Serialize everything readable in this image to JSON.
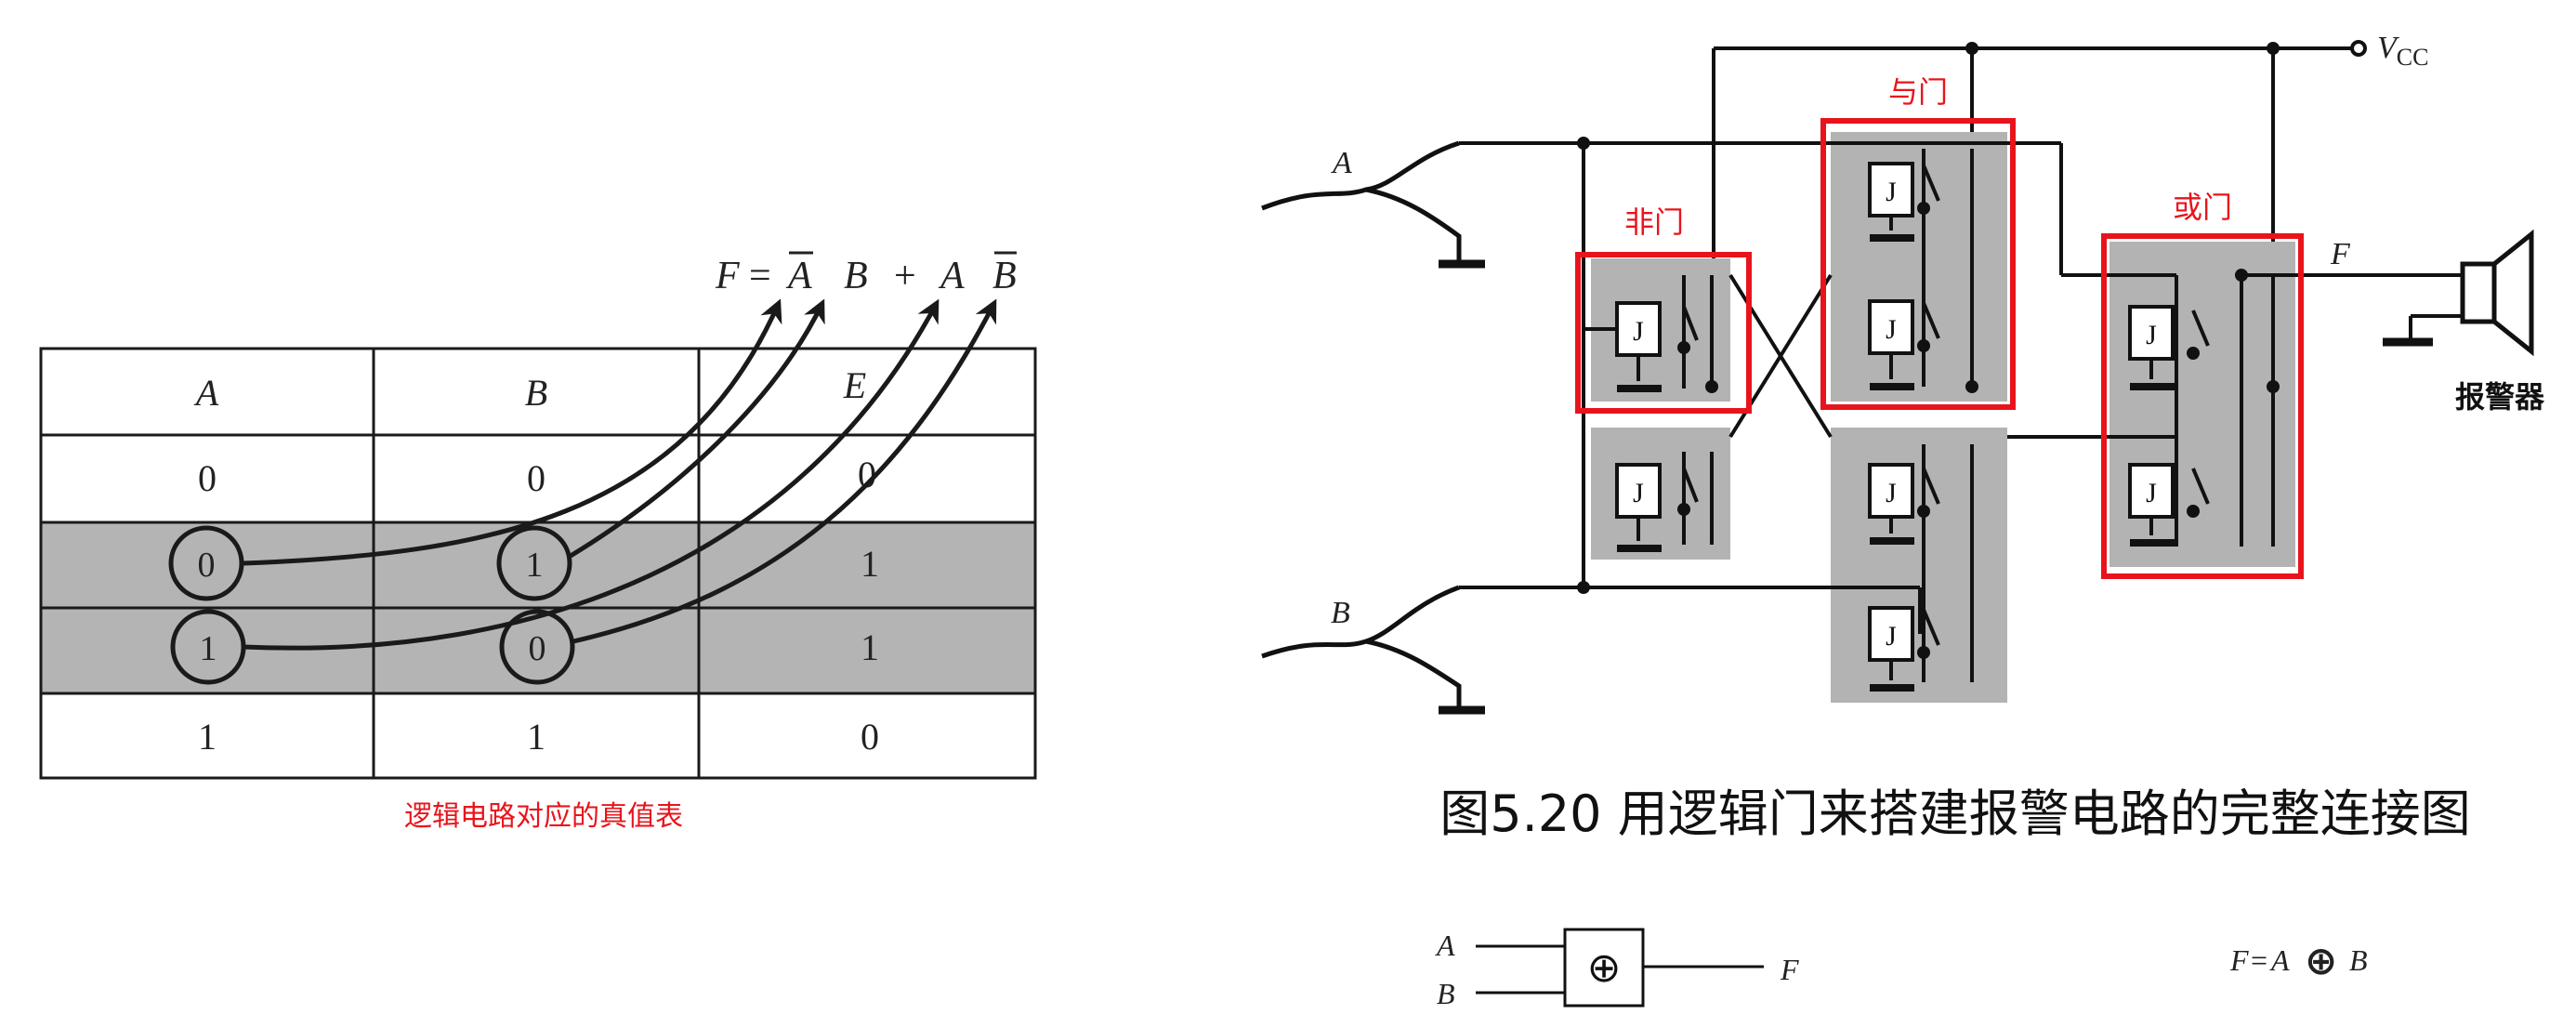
{
  "truth_table": {
    "formula": {
      "lhs": "F",
      "eq": "=",
      "a1": "A",
      "b1": "B",
      "plus": "+",
      "a2": "A",
      "b2": "B"
    },
    "headers": [
      "A",
      "B",
      "E"
    ],
    "rows": [
      [
        "0",
        "0",
        "0"
      ],
      [
        "0",
        "1",
        "1"
      ],
      [
        "1",
        "0",
        "1"
      ],
      [
        "1",
        "1",
        "0"
      ]
    ],
    "highlight_color": "#b4b4b4",
    "caption": "逻辑电路对应的真值表"
  },
  "circuit": {
    "labels": {
      "input_a": "A",
      "input_b": "B",
      "vcc_v": "V",
      "vcc_sub": "CC",
      "output_f": "F",
      "relay": "J"
    },
    "gates": {
      "not_gate": "非门",
      "and_gate": "与门",
      "or_gate": "或门"
    },
    "alarm": "报警器",
    "caption": "图5.20 用逻辑门来搭建报警电路的完整连接图",
    "highlight_color": "#e8141c",
    "module_color": "#b3b3b3"
  },
  "xor_symbol": {
    "input_a": "A",
    "input_b": "B",
    "output": "F",
    "gate_glyph": "⊕"
  },
  "xor_formula": {
    "lhs": "F",
    "eq": "=",
    "a": "A",
    "op": "⊕",
    "b": "B"
  }
}
